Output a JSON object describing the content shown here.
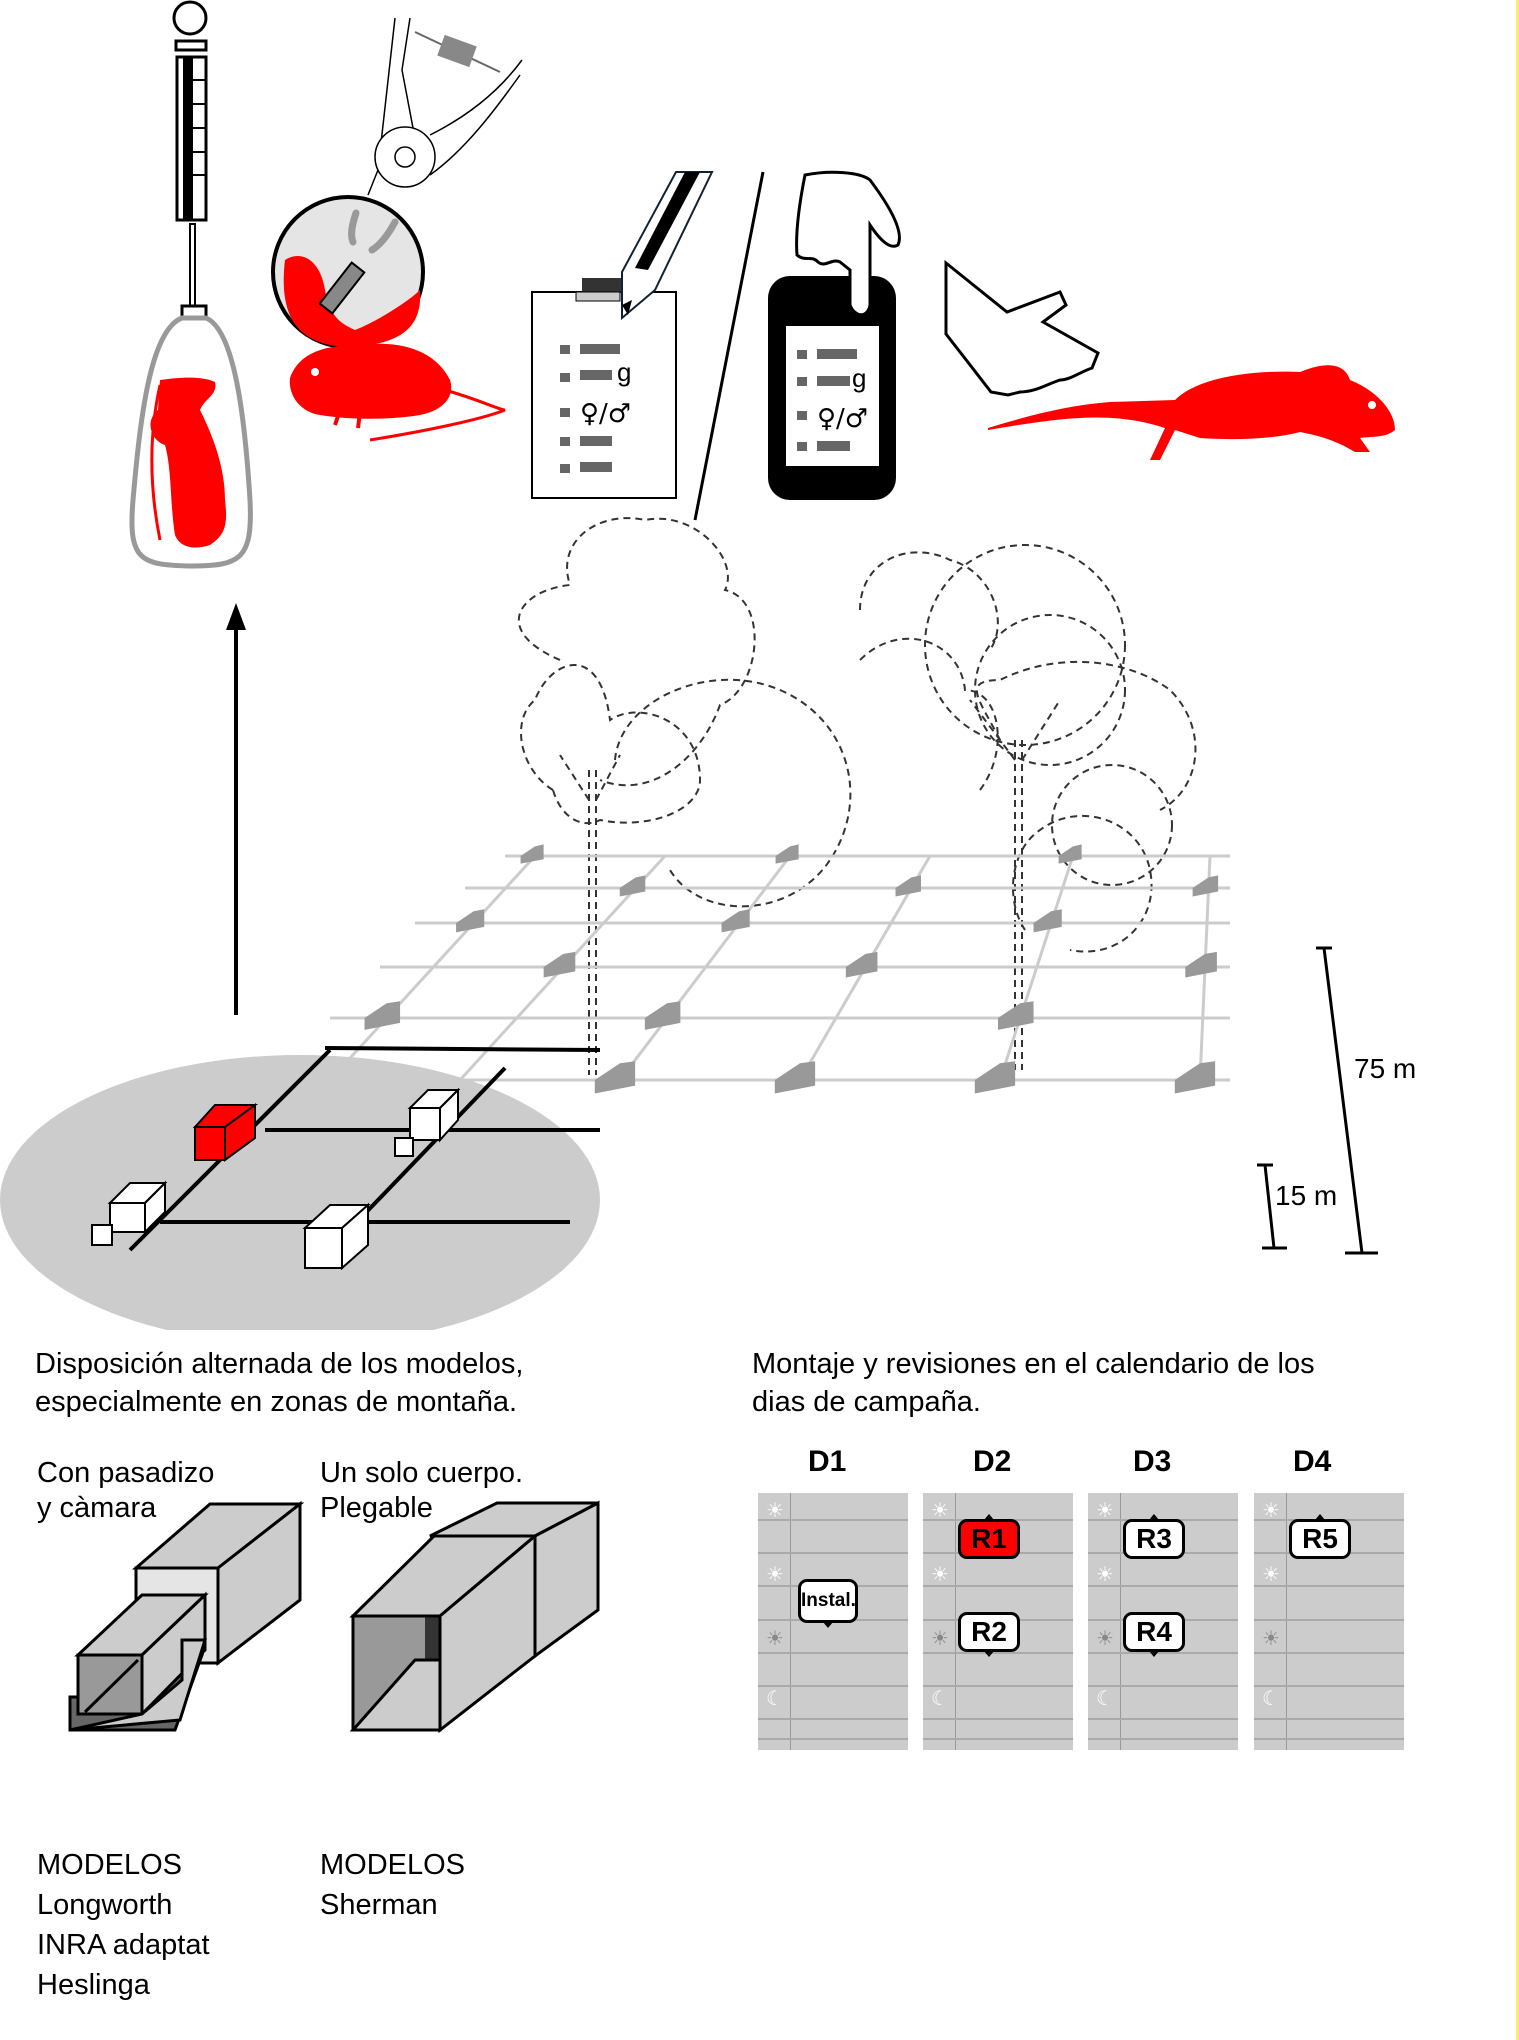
{
  "colors": {
    "accent_red": "#ff0000",
    "trap_grey": "#999999",
    "ellipse_grey": "#cccccc",
    "calendar_grey": "#cccccc",
    "edge_yellow": "#f6ec7a"
  },
  "procedure": {
    "steps": [
      "weigh-with-spring-scale",
      "mark-with-ear-tag",
      "record-on-paper-form",
      "record-on-smartphone",
      "release"
    ],
    "form_fields": {
      "weight_unit": "g",
      "sex_symbol": "♀/♂"
    }
  },
  "grid": {
    "scale_large": "75 m",
    "scale_small": "15 m"
  },
  "captions": {
    "layout": "Disposición alternada de los modelos,\nespecialmente en zonas de montaña.",
    "calendar": "Montaje y revisiones en el calendario de los\ndias de campaña."
  },
  "traps": [
    {
      "description": "Con pasadizo\ny càmara",
      "models_title": "MODELOS",
      "models": "Longworth\nINRA adaptat\nHeslinga"
    },
    {
      "description": "Un solo cuerpo.\nPlegable",
      "models_title": "MODELOS",
      "models": "Sherman"
    }
  ],
  "calendar": {
    "days": [
      {
        "label": "D1",
        "events": [
          {
            "label": "Instal.",
            "slot": "midday",
            "highlight": false
          }
        ]
      },
      {
        "label": "D2",
        "events": [
          {
            "label": "R1",
            "slot": "morning",
            "highlight": true
          },
          {
            "label": "R2",
            "slot": "evening",
            "highlight": false
          }
        ]
      },
      {
        "label": "D3",
        "events": [
          {
            "label": "R3",
            "slot": "morning",
            "highlight": false
          },
          {
            "label": "R4",
            "slot": "evening",
            "highlight": false
          }
        ]
      },
      {
        "label": "D4",
        "events": [
          {
            "label": "R5",
            "slot": "morning",
            "highlight": false
          }
        ]
      }
    ],
    "time_icons": [
      "☀",
      "☀",
      "☀",
      "☾"
    ]
  }
}
